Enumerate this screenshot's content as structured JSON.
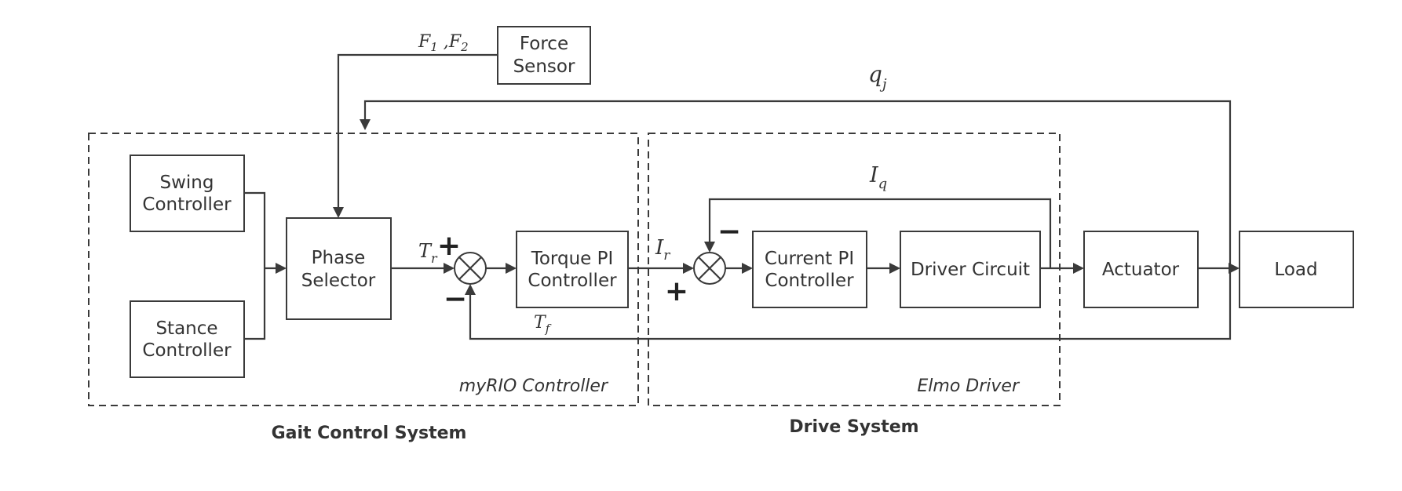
{
  "blocks": {
    "force_sensor": [
      "Force",
      "Sensor"
    ],
    "swing_controller": [
      "Swing",
      "Controller"
    ],
    "stance_controller": [
      "Stance",
      "Controller"
    ],
    "phase_selector": [
      "Phase",
      "Selector"
    ],
    "torque_pi_controller": [
      "Torque PI",
      "Controller"
    ],
    "current_pi_controller": [
      "Current PI",
      "Controller"
    ],
    "driver_circuit": "Driver Circuit",
    "actuator": "Actuator",
    "load": "Load"
  },
  "signals": {
    "force_signals": {
      "f1_base": "F",
      "f1_sub": "1",
      "sep": " ,",
      "f2_base": "F",
      "f2_sub": "2"
    },
    "joint_angle": {
      "base": "q",
      "sub": "j"
    },
    "current_feedback": {
      "base": "I",
      "sub": "q"
    },
    "torque_reference": {
      "base": "T",
      "sub": "r"
    },
    "torque_feedback": {
      "base": "T",
      "sub": "f"
    },
    "current_reference": {
      "base": "I",
      "sub": "r"
    }
  },
  "summing_signs": {
    "torque_plus": "+",
    "torque_minus": "−",
    "current_plus": "+",
    "current_minus": "−"
  },
  "regions": {
    "myrio_label": "myRIO Controller",
    "elmo_label": "Elmo Driver"
  },
  "captions": {
    "gait": "Gait Control System",
    "drive": "Drive System"
  }
}
